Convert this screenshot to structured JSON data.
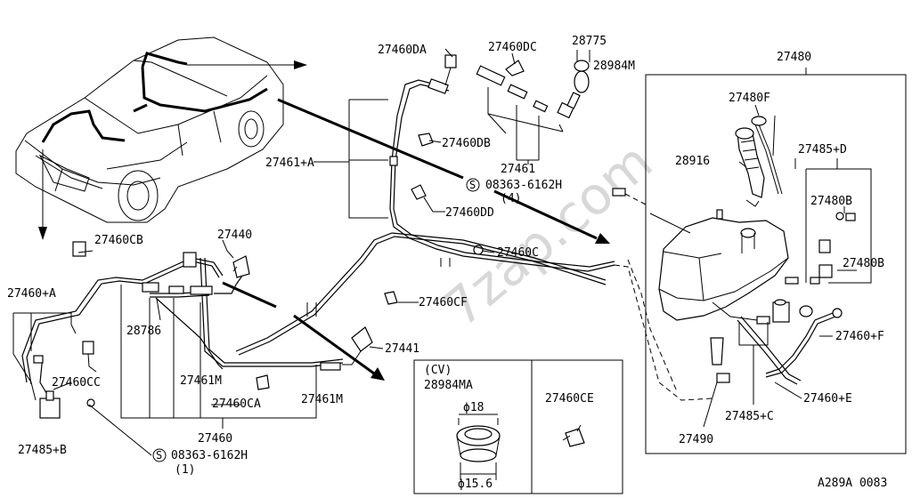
{
  "labels": {
    "p27460DA": "27460DA",
    "p27460DC": "27460DC",
    "p28775": "28775",
    "p28984M": "28984M",
    "p27480": "27480",
    "p27480F": "27480F",
    "p27485D": "27485+D",
    "p28916": "28916",
    "p27480B_1": "27480B",
    "p27480B_2": "27480B",
    "p27460F": "27460+F",
    "p27460E": "27460+E",
    "p27485C": "27485+C",
    "p27490": "27490",
    "p27460DB": "27460DB",
    "p27461": "27461",
    "p27461A": "27461+A",
    "bolt_top": "08363-6162H",
    "bolt_top_qty": "(4)",
    "p27460DD": "27460DD",
    "p27460C": "27460C",
    "p27460CB": "27460CB",
    "p27440": "27440",
    "p27460A": "27460+A",
    "p28786": "28786",
    "p27460CF": "27460CF",
    "p27441": "27441",
    "p27460CC": "27460CC",
    "p27461M_1": "27461M",
    "p27461M_2": "27461M",
    "p27460CA": "27460CA",
    "p27460": "27460",
    "p27485B": "27485+B",
    "bolt_bottom": "08363-6162H",
    "bolt_bottom_qty": "(1)",
    "cv": "(CV)",
    "p28984MA": "28984MA",
    "dim18": "ϕ18",
    "dim156": "ϕ15.6",
    "p27460CE": "27460CE",
    "ref": "A289A 0083",
    "s_symbol": "S",
    "watermark": "7zap.com"
  }
}
